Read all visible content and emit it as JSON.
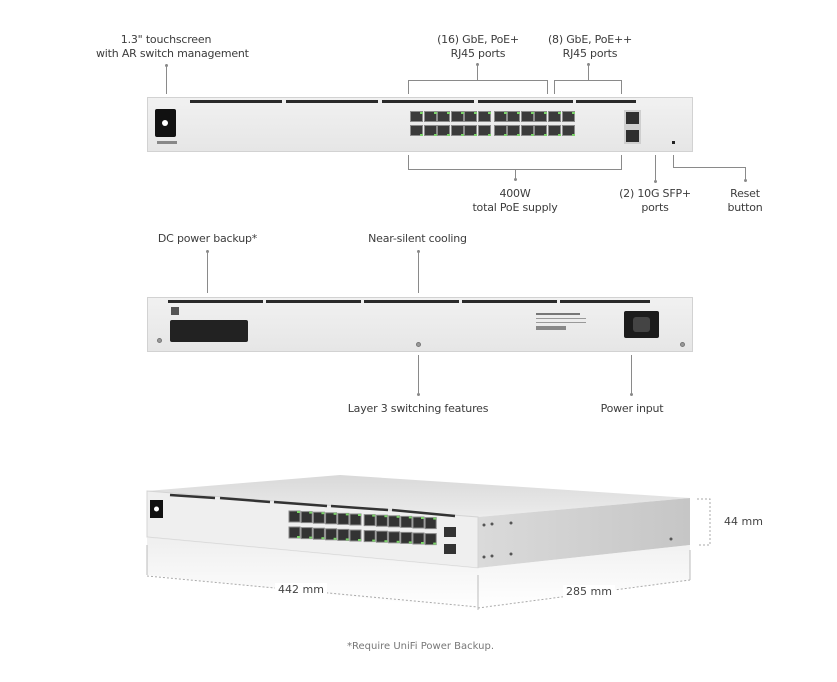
{
  "front_view": {
    "callouts": {
      "touchscreen": [
        "1.3\" touchscreen",
        "with AR switch management"
      ],
      "poe_plus_ports": [
        "(16) GbE, PoE+",
        "RJ45 ports"
      ],
      "poe_plusplus_ports": [
        "(8) GbE, PoE++",
        "RJ45 ports"
      ],
      "poe_supply": [
        "400W",
        "total PoE supply"
      ],
      "sfp_ports": [
        "(2) 10G SFP+",
        "ports"
      ],
      "reset_button": [
        "Reset",
        "button"
      ]
    },
    "port_count": 24,
    "sfp_count": 2
  },
  "rear_view": {
    "callouts": {
      "dc_backup": "DC power backup*",
      "cooling": "Near-silent cooling",
      "layer3": "Layer 3 switching features",
      "power_input": "Power input"
    }
  },
  "dimensions": {
    "width": "442 mm",
    "depth": "285 mm",
    "height": "44 mm"
  },
  "footnote": "*Require UniFi Power Backup.",
  "colors": {
    "led": "#7cd36a",
    "chassis": "#e9e9e9",
    "port": "#3b3b3b"
  }
}
